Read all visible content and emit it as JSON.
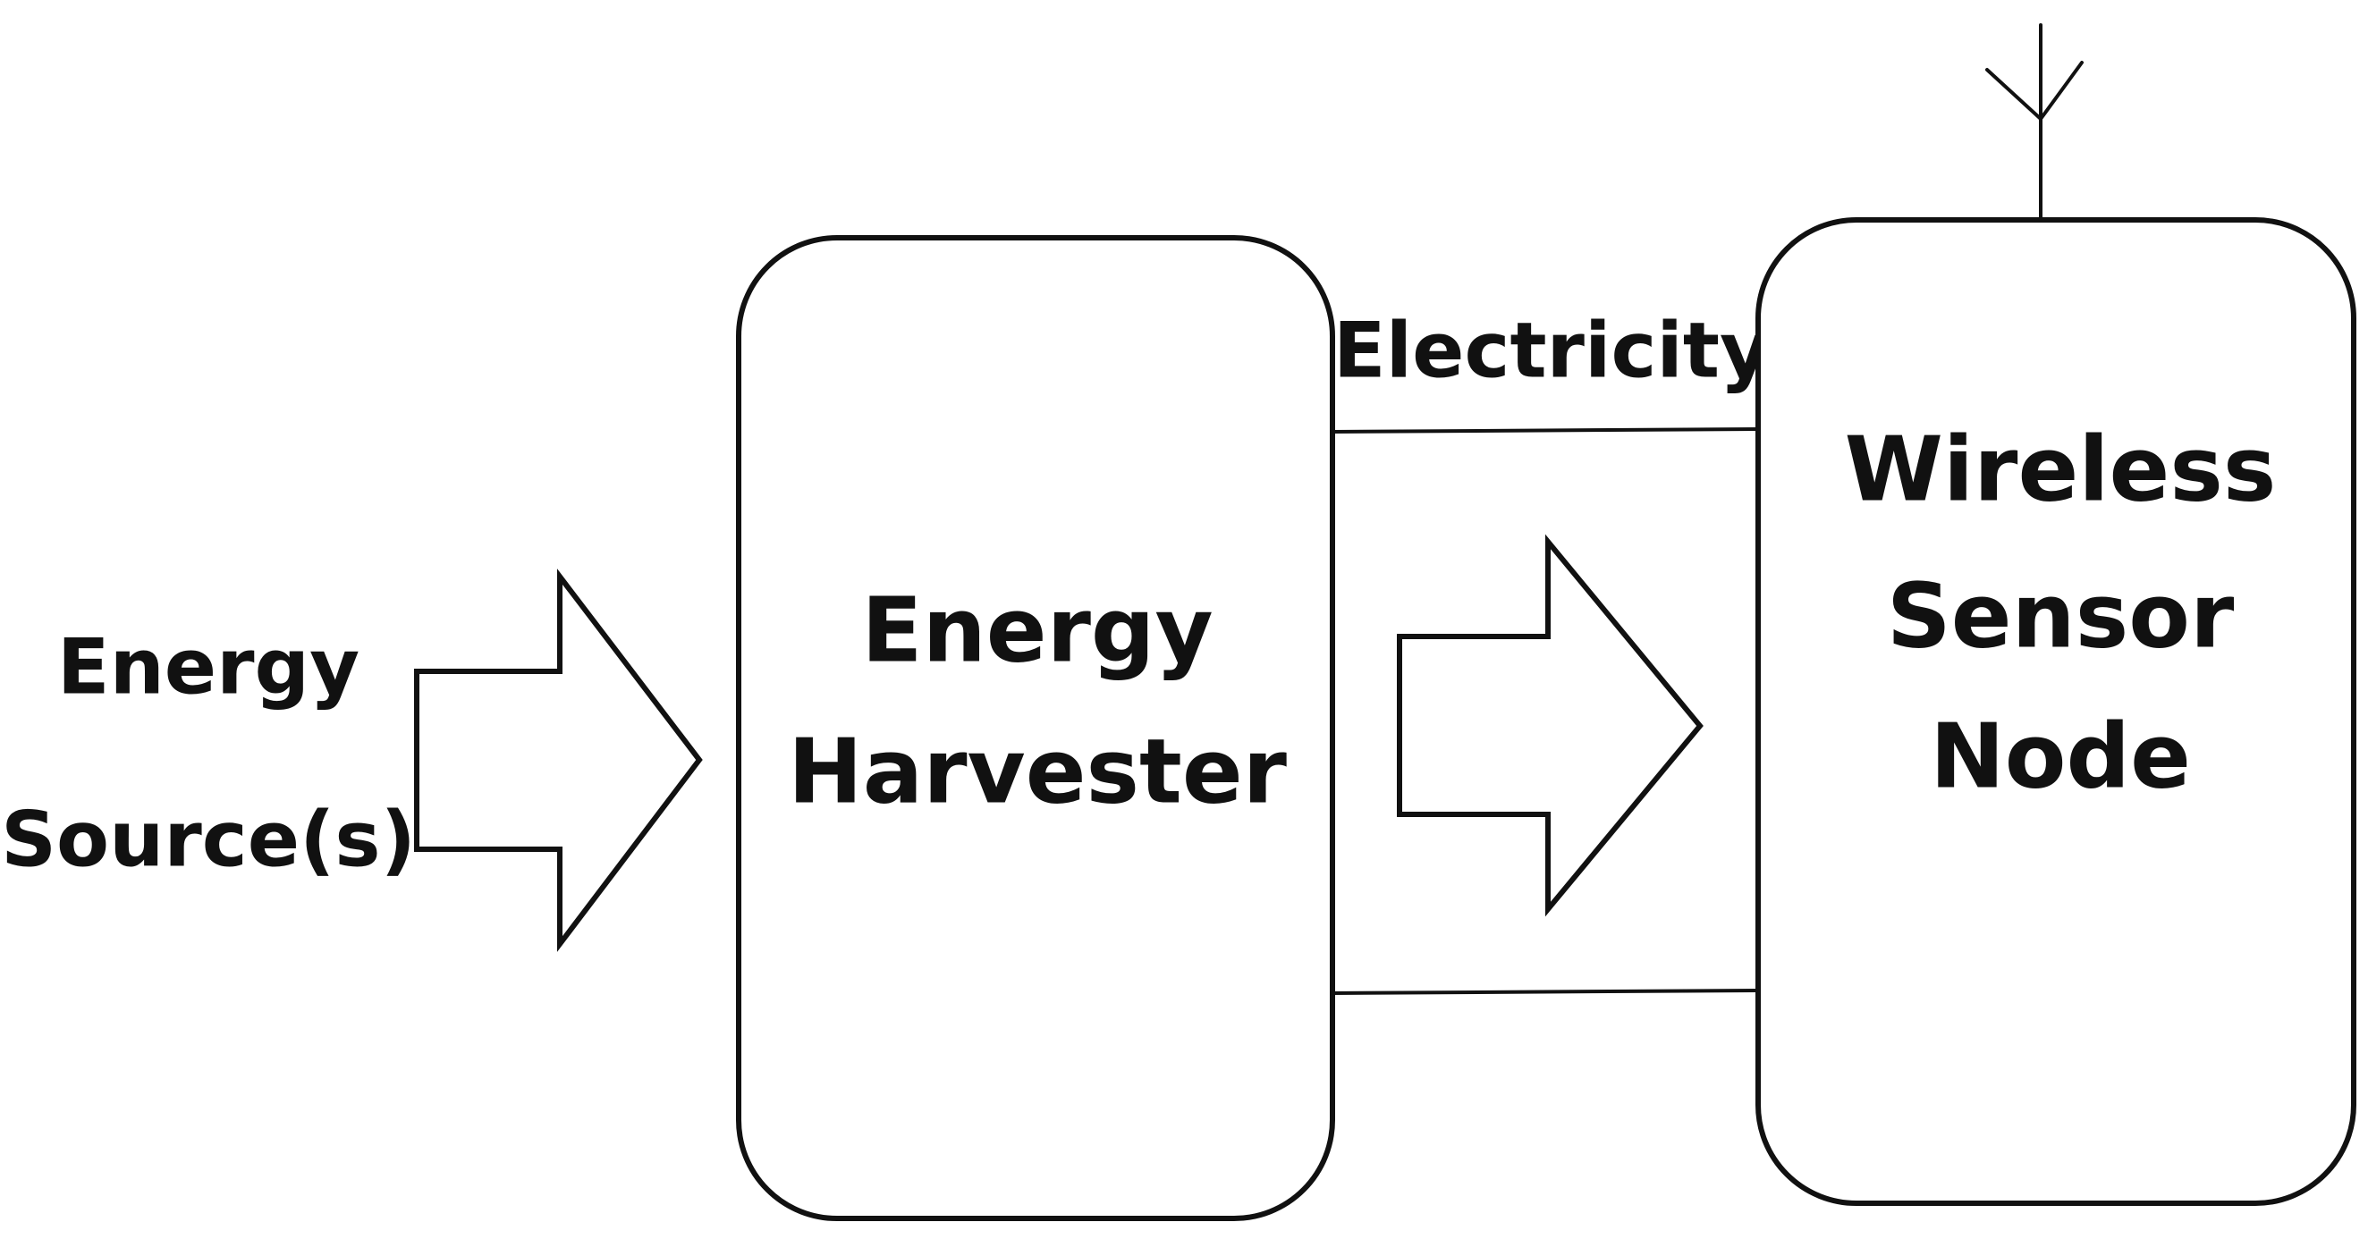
{
  "source": {
    "line1": "Energy",
    "line2": "Source(s)"
  },
  "harvester": {
    "line1": "Energy",
    "line2": "Harvester"
  },
  "connection": {
    "label": "Electricity"
  },
  "node": {
    "line1": "Wireless",
    "line2": "Sensor",
    "line3": "Node"
  },
  "colors": {
    "stroke": "#111111",
    "fill": "#ffffff"
  }
}
